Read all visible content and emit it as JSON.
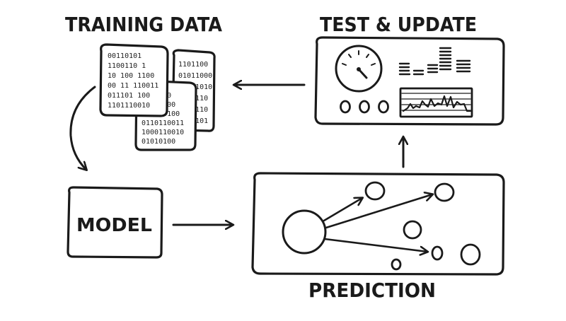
{
  "labels": {
    "training_data": "TRAINING DATA",
    "test_update": "TEST & UPDATE",
    "model": "MODEL",
    "prediction": "PREDICTION"
  },
  "binary_rows": {
    "front_sheet": [
      "00110101",
      "1100110 1",
      "10 100 1100",
      "00 11 110011",
      "011101 100",
      "1101110010"
    ],
    "back_sheet": [
      "1101100",
      "01011000",
      "10011010",
      "0100110",
      "1100110",
      "0101101"
    ],
    "bottom_sheet": [
      "0011100",
      "10101100",
      "100110100",
      "0110110011",
      "1000110010",
      "01010100"
    ]
  },
  "icons": {
    "gauge": "gauge-icon",
    "bar_chart": "bar-chart-icon",
    "line_chart": "line-chart-icon",
    "indicator_dots": "indicator-circles-icon"
  },
  "colors": {
    "ink": "#1a1a1a",
    "paper": "#ffffff"
  }
}
